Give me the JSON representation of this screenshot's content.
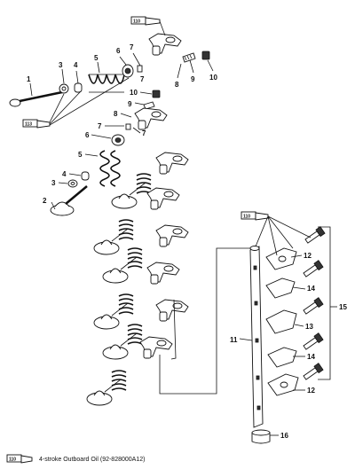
{
  "callouts": {
    "c1": "1",
    "c2": "2",
    "c3a": "3",
    "c3b": "3",
    "c4a": "4",
    "c4b": "4",
    "c5a": "5",
    "c5b": "5",
    "c6a": "6",
    "c6b": "6",
    "c7a": "7",
    "c7b": "7",
    "c7c": "7",
    "c7d": "7",
    "c8a": "8",
    "c8b": "8",
    "c9a": "9",
    "c9b": "9",
    "c10a": "10",
    "c10b": "10",
    "c11": "11",
    "c12a": "12",
    "c12b": "12",
    "c13": "13",
    "c14a": "14",
    "c14b": "14",
    "c15": "15",
    "c16": "16"
  },
  "lube_tubes": {
    "tube_top": "110",
    "tube_left": "113",
    "tube_right": "110",
    "tube_legend": "110"
  },
  "legend": {
    "text": "4-stroke Outboard Oil (92-828000A12)"
  }
}
